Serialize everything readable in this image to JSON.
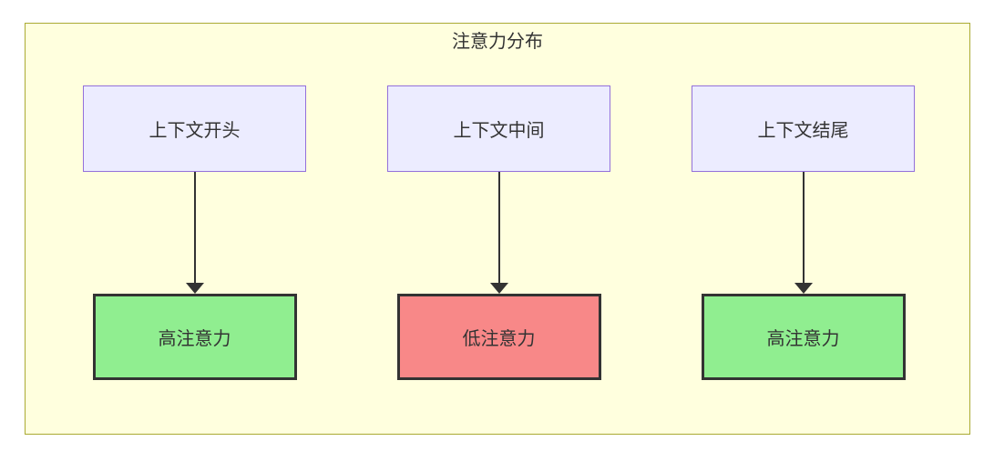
{
  "diagram": {
    "title": "注意力分布",
    "columns": [
      {
        "source": "上下文开头",
        "target": "高注意力",
        "level": "high"
      },
      {
        "source": "上下文中间",
        "target": "低注意力",
        "level": "low"
      },
      {
        "source": "上下文结尾",
        "target": "高注意力",
        "level": "high"
      }
    ],
    "colors": {
      "page_bg": "#ffffff",
      "frame_fill": "#ffffde",
      "frame_border": "#aaaa33",
      "source_fill": "#ececff",
      "source_border": "#9370db",
      "high_fill": "#90ee90",
      "low_fill": "#f88888",
      "result_border": "#333333",
      "arrow": "#333333",
      "text": "#333333"
    }
  }
}
